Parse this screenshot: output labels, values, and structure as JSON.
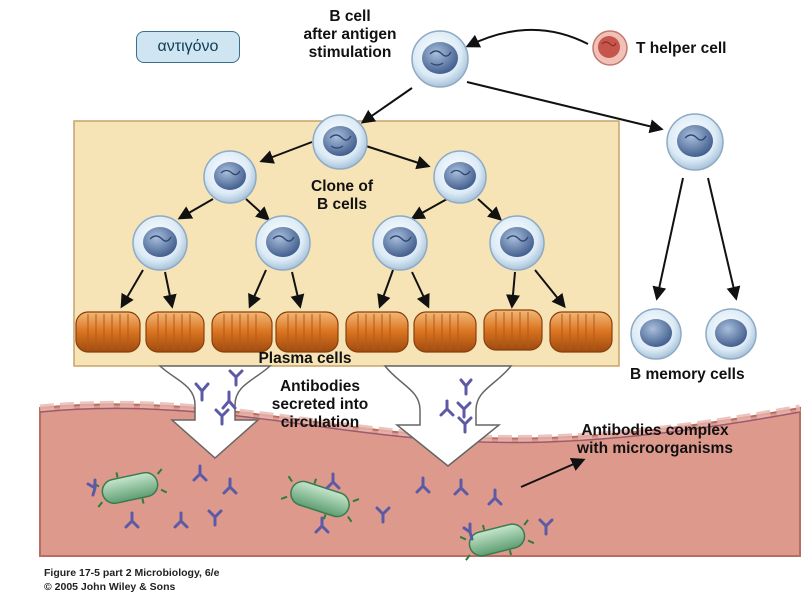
{
  "tag_box": {
    "text": "αντιγόνο"
  },
  "labels": {
    "b_cell_stimulated": [
      "B cell",
      "after antigen",
      "stimulation"
    ],
    "t_helper": "T helper cell",
    "clone": [
      "Clone of",
      "B cells"
    ],
    "plasma": "Plasma cells",
    "antibodies_secreted": [
      "Antibodies",
      "secreted into",
      "circulation"
    ],
    "antibodies_complex": [
      "Antibodies complex",
      "with microorganisms"
    ],
    "memory": "B memory cells"
  },
  "credit": {
    "line1": "Figure 17-5 part 2  Microbiology, 6/e",
    "line2": "© 2005 John Wiley & Sons"
  },
  "colors": {
    "clone_panel": "#f7e4b6",
    "vessel": "#dd9a8c",
    "b_cell_outer": "#e2eff8",
    "b_cell_nucleus": "#6f8fb8",
    "t_cell": "#e69c94",
    "plasma_cell": "#d9731f",
    "antibody": "#5c5aa6",
    "microbe": "#89c59a"
  }
}
